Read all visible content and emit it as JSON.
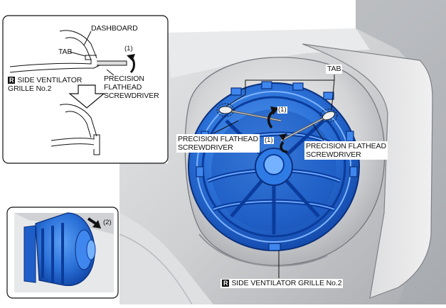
{
  "inset_top": {
    "dashboard_label": "DASHBOARD",
    "tab_label": "TAB",
    "step_number": "(1)",
    "r_badge": "R",
    "grille_label_line1": "SIDE VENTILATOR",
    "grille_label_line2": "GRILLE No.2",
    "tool_label_line1": "PRECISION",
    "tool_label_line2": "FLATHEAD",
    "tool_label_line3": "SCREWDRIVER"
  },
  "inset_bottom": {
    "step_number": "(2)"
  },
  "main": {
    "tab_label": "TAB",
    "step_number_upper": "(1)",
    "step_number_lower": "(1)",
    "left_tool_line1": "PRECISION FLATHEAD",
    "left_tool_line2": "SCREWDRIVER",
    "right_tool_line1": "PRECISION FLATHEAD",
    "right_tool_line2": "SCREWDRIVER",
    "r_badge": "R",
    "grille_label": "SIDE VENTILATOR GRILLE No.2"
  },
  "colors": {
    "grille_blue": "#2a6fd6",
    "grille_dark": "#0b3c9c",
    "dash_gray": "#d9dadc",
    "dash_shadow": "#8a8d92"
  }
}
